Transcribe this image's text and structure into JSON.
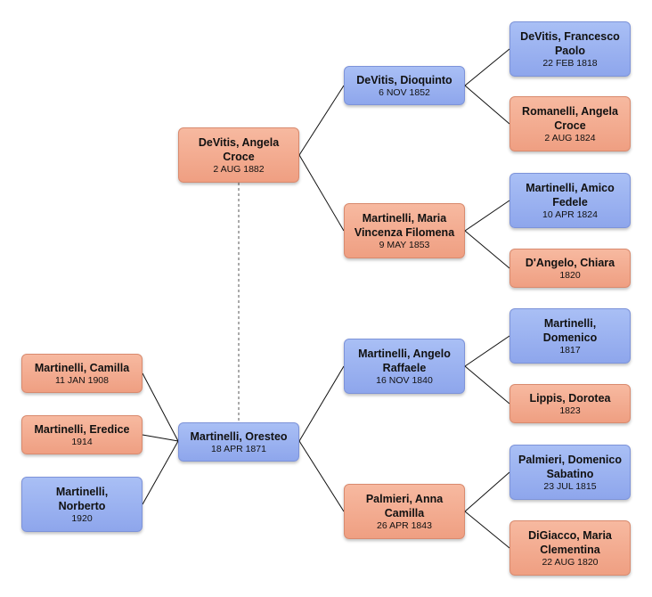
{
  "people": {
    "oresteo": {
      "name": "Martinelli, Oresteo",
      "date": "18 APR 1871",
      "gender": "male"
    },
    "angela": {
      "name": "DeVitis, Angela Croce",
      "date": "2 AUG 1882",
      "gender": "female"
    },
    "camilla": {
      "name": "Martinelli, Camilla",
      "date": "11 JAN 1908",
      "gender": "female"
    },
    "eredice": {
      "name": "Martinelli, Eredice",
      "date": "1914",
      "gender": "female"
    },
    "norberto": {
      "name": "Martinelli, Norberto",
      "date": "1920",
      "gender": "male"
    },
    "dioquinto": {
      "name": "DeVitis, Dioquinto",
      "date": "6 NOV 1852",
      "gender": "male"
    },
    "maria_vf": {
      "name": "Martinelli, Maria Vincenza Filomena",
      "date": "9 MAY 1853",
      "gender": "female"
    },
    "angelo": {
      "name": "Martinelli, Angelo Raffaele",
      "date": "16 NOV 1840",
      "gender": "male"
    },
    "anna": {
      "name": "Palmieri, Anna Camilla",
      "date": "26 APR 1843",
      "gender": "female"
    },
    "francesco": {
      "name": "DeVitis, Francesco Paolo",
      "date": "22 FEB 1818",
      "gender": "male"
    },
    "romanelli": {
      "name": "Romanelli, Angela Croce",
      "date": "2 AUG 1824",
      "gender": "female"
    },
    "amico": {
      "name": "Martinelli, Amico Fedele",
      "date": "10 APR 1824",
      "gender": "male"
    },
    "chiara": {
      "name": "D'Angelo, Chiara",
      "date": "1820",
      "gender": "female"
    },
    "domenico": {
      "name": "Martinelli, Domenico",
      "date": "1817",
      "gender": "male"
    },
    "dorotea": {
      "name": "Lippis, Dorotea",
      "date": "1823",
      "gender": "female"
    },
    "palmieri_ds": {
      "name": "Palmieri, Domenico Sabatino",
      "date": "23 JUL 1815",
      "gender": "male"
    },
    "digiacco": {
      "name": "DiGiacco, Maria Clementina",
      "date": "22 AUG 1820",
      "gender": "female"
    }
  },
  "relations": {
    "spouse": [
      [
        "oresteo",
        "angela"
      ]
    ],
    "children_of_oresteo": [
      "camilla",
      "eredice",
      "norberto"
    ],
    "parents": [
      {
        "child": "angela",
        "father": "dioquinto",
        "mother": "maria_vf"
      },
      {
        "child": "oresteo",
        "father": "angelo",
        "mother": "anna"
      },
      {
        "child": "dioquinto",
        "father": "francesco",
        "mother": "romanelli"
      },
      {
        "child": "maria_vf",
        "father": "amico",
        "mother": "chiara"
      },
      {
        "child": "angelo",
        "father": "domenico",
        "mother": "dorotea"
      },
      {
        "child": "anna",
        "father": "palmieri_ds",
        "mother": "digiacco"
      }
    ]
  },
  "colors": {
    "male": "#98aef0",
    "female": "#f3ab8f",
    "line": "#111111"
  }
}
